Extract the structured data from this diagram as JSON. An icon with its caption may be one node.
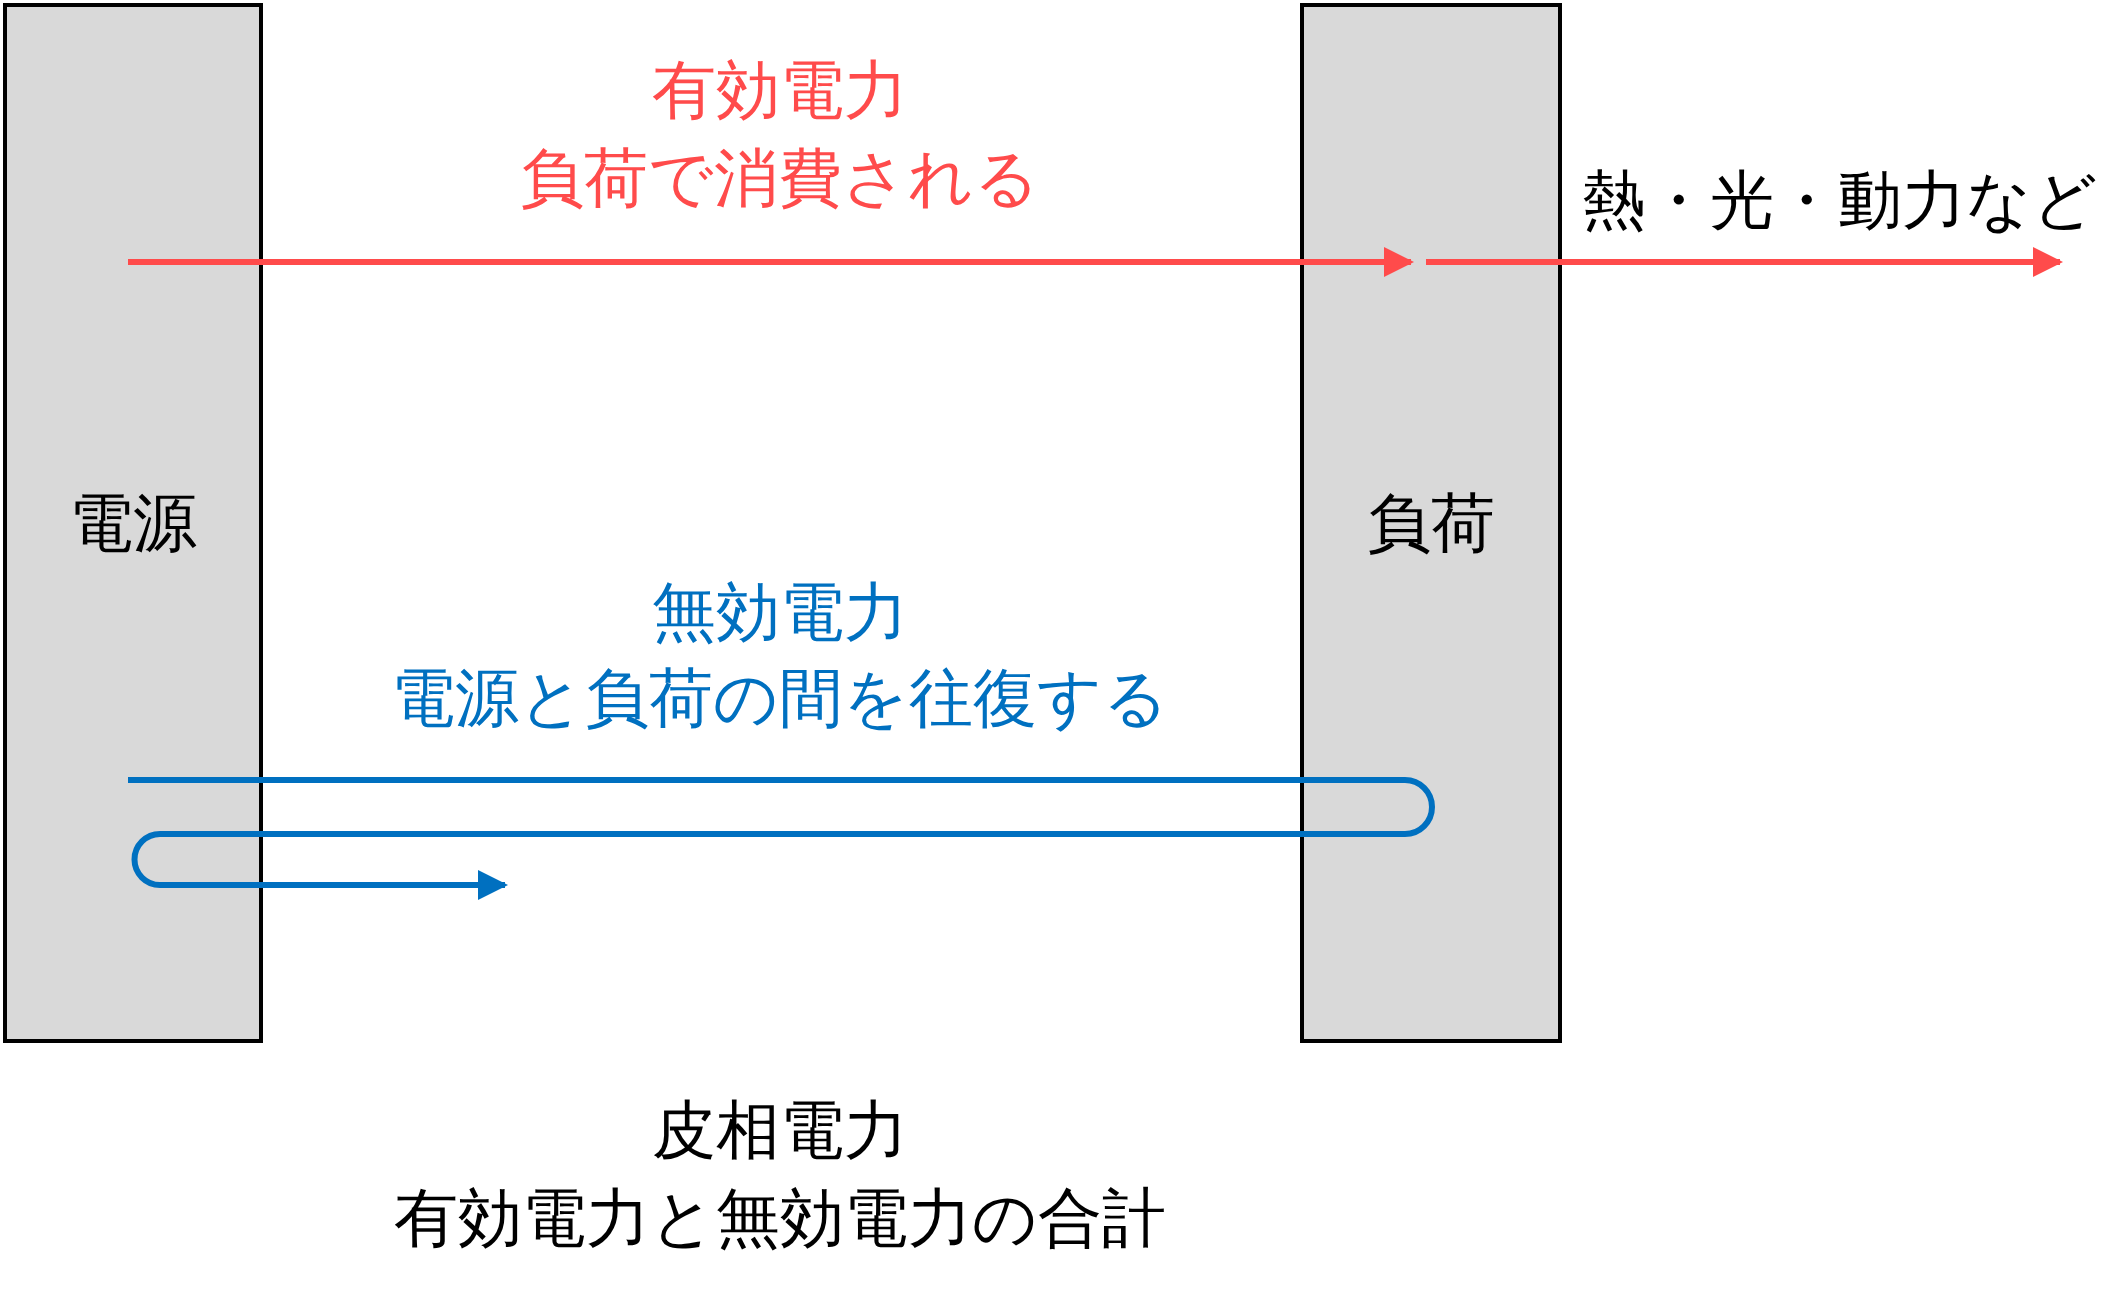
{
  "diagram": {
    "nodes": [
      {
        "text": [
          "電源"
        ]
      },
      {
        "text": [
          "負荷"
        ]
      }
    ],
    "edges": [
      {
        "from": 0,
        "to": 1,
        "arrow": "to",
        "color": "#ff4b4b"
      },
      {
        "from": 1,
        "to": null,
        "arrow": "to",
        "label": "熱・光・動力など",
        "color": "#ff4b4b"
      },
      {
        "from": 0,
        "to": null,
        "arrow": "to",
        "color": "#0070c0"
      }
    ],
    "labels": [
      "有効電力",
      "負荷で消費される",
      "無効電力",
      "電源と負荷の間を往復する",
      "皮相電力",
      "有効電力と無効電力の合計"
    ]
  }
}
